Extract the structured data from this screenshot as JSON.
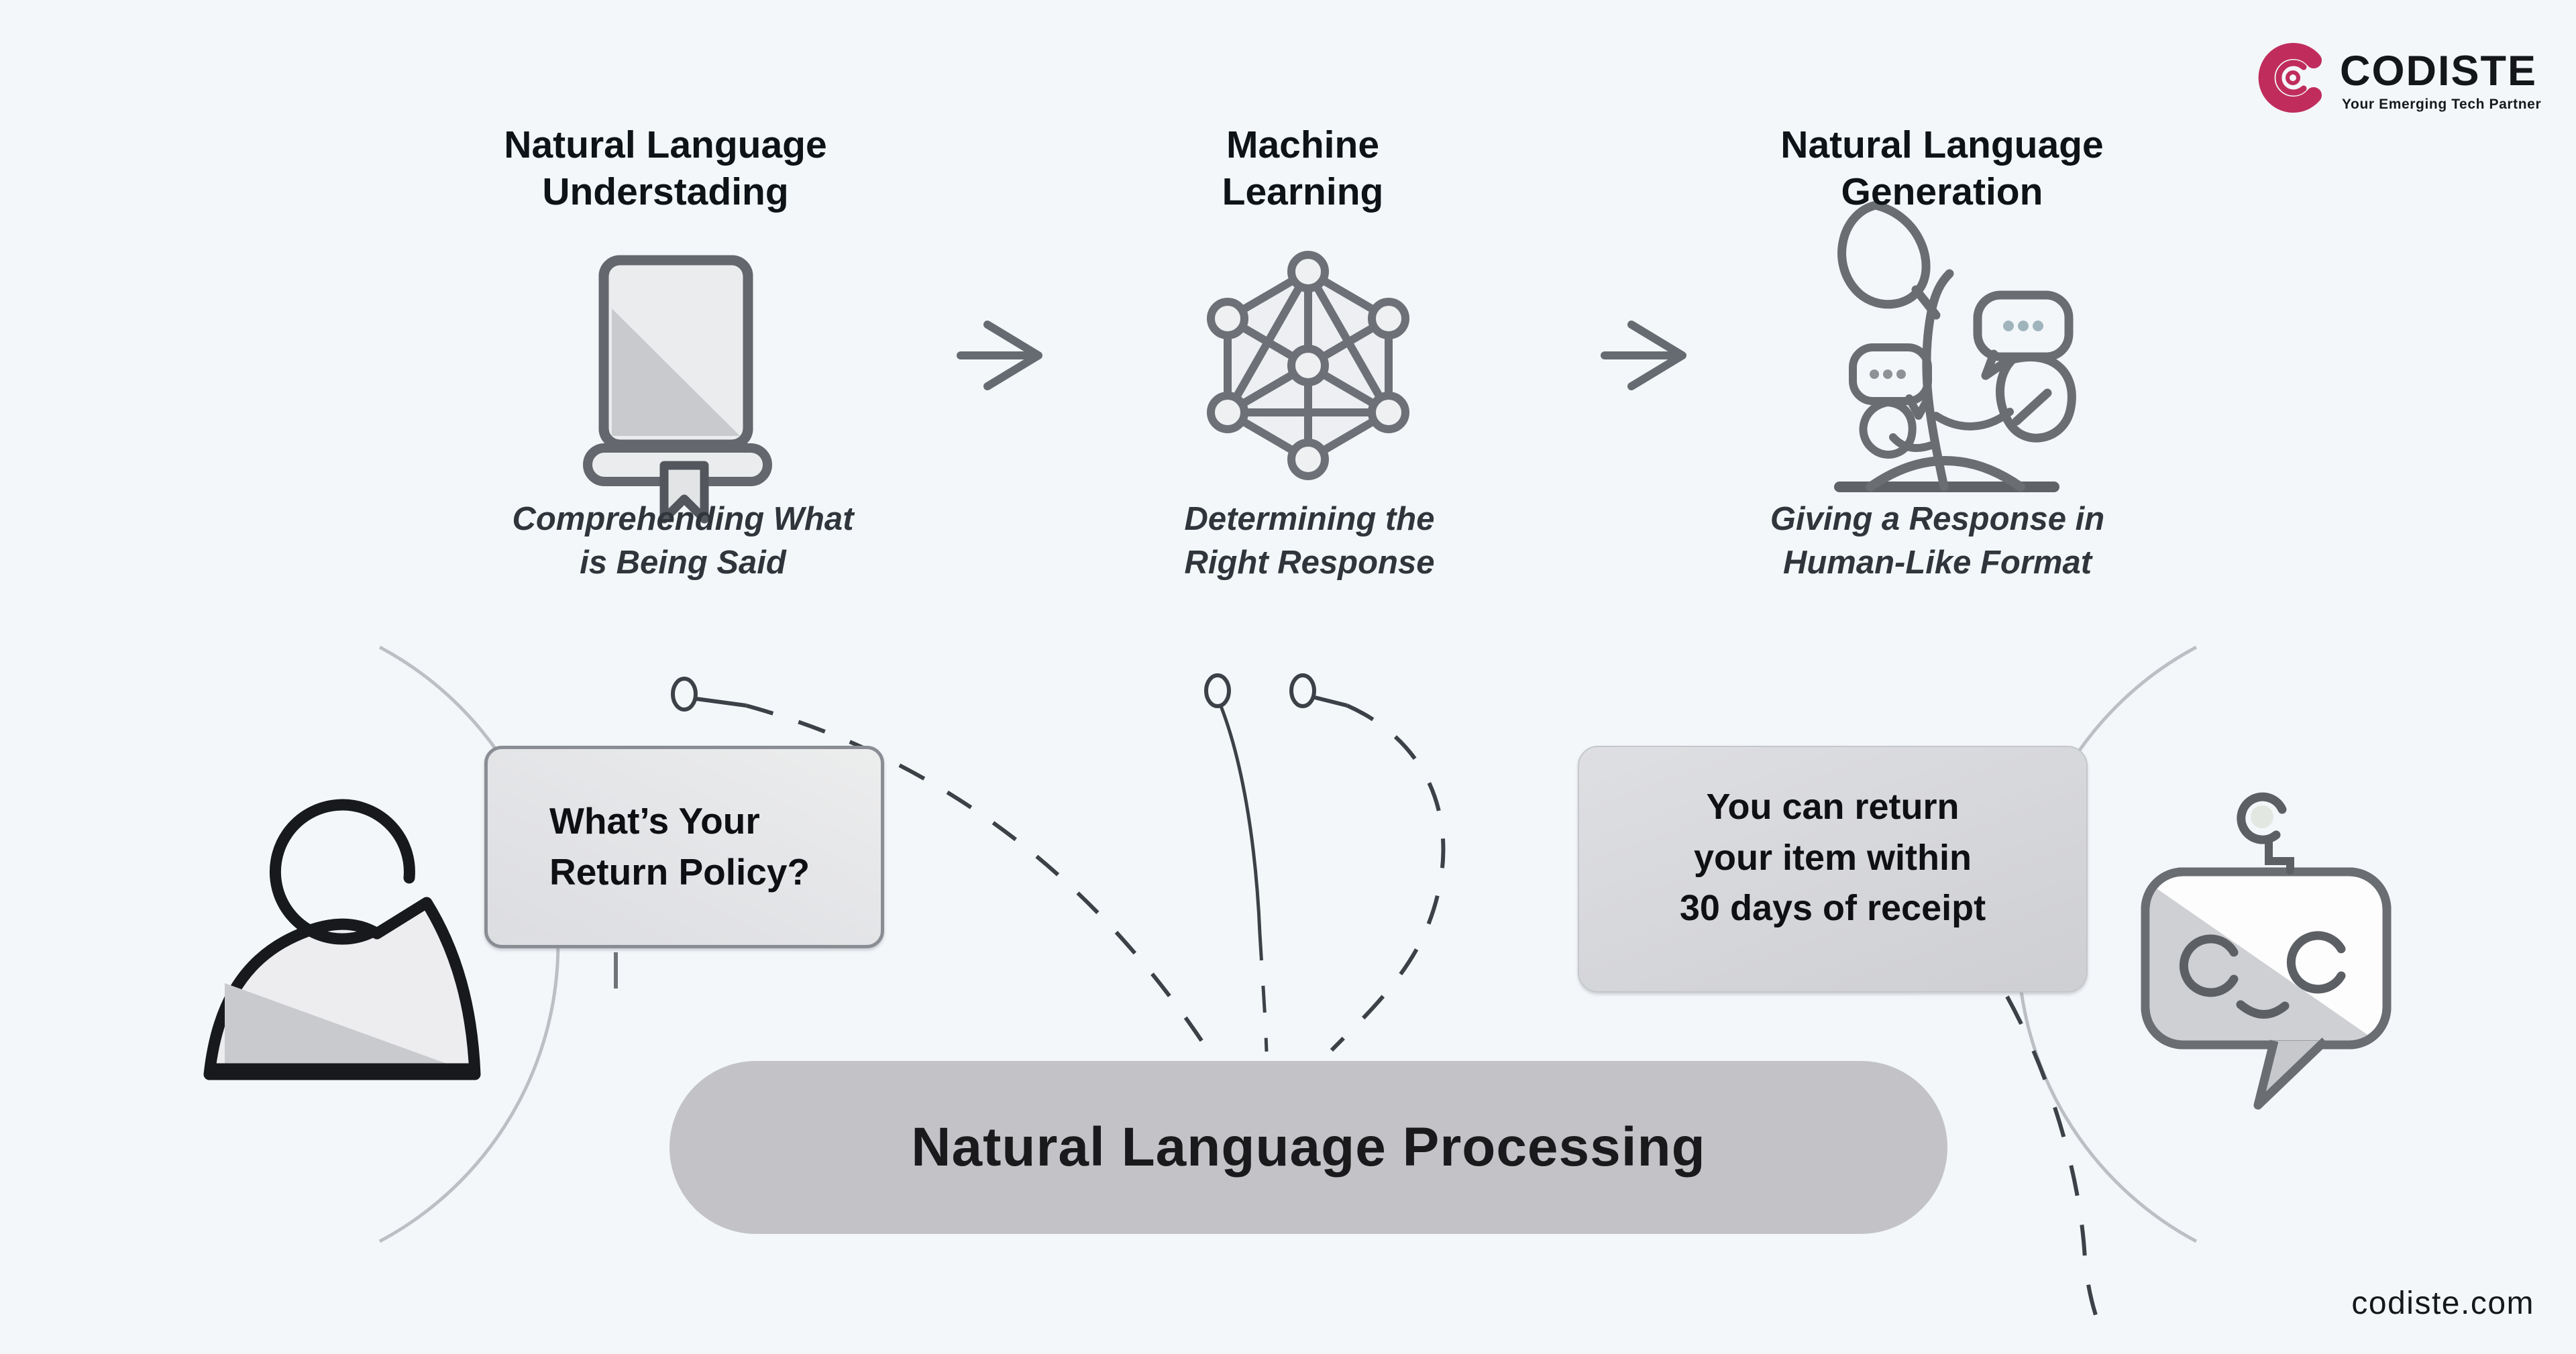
{
  "logo": {
    "brand": "CODISTE",
    "tagline": "Your Emerging Tech Partner",
    "accent_color": "#C02D5C"
  },
  "columns": [
    {
      "icon": "book-icon",
      "title_line1": "Natural Language",
      "title_line2": "Understading",
      "caption_line1": "Comprehending What",
      "caption_line2": "is Being Said"
    },
    {
      "icon": "ml-network-icon",
      "title_line1": "Machine",
      "title_line2": "Learning",
      "caption_line1": "Determining the",
      "caption_line2": "Right Response"
    },
    {
      "icon": "plant-speech-icon",
      "title_line1": "Natural Language",
      "title_line2": "Generation",
      "caption_line1": "Giving a Response in",
      "caption_line2": "Human-Like Format"
    }
  ],
  "user_bubble": {
    "line1": "What’s Your",
    "line2": "Return Policy?"
  },
  "bot_bubble": {
    "line1": "You can return",
    "line2": "your item within",
    "line3": "30 days of receipt"
  },
  "pill": {
    "label": "Natural Language Processing",
    "bg": "#C3C3C7"
  },
  "footer": {
    "website": "codiste.com"
  },
  "colors": {
    "background": "#F3F7FA",
    "icon_stroke": "#64676D",
    "dark_stroke": "#17191C",
    "dash_stroke": "#3C4148",
    "arc_stroke": "#BCC0C5",
    "user_bubble_fill": "#E4E5E8",
    "bot_bubble_fill": "#D3D4D8",
    "pill_text": "#1A1A1C"
  }
}
